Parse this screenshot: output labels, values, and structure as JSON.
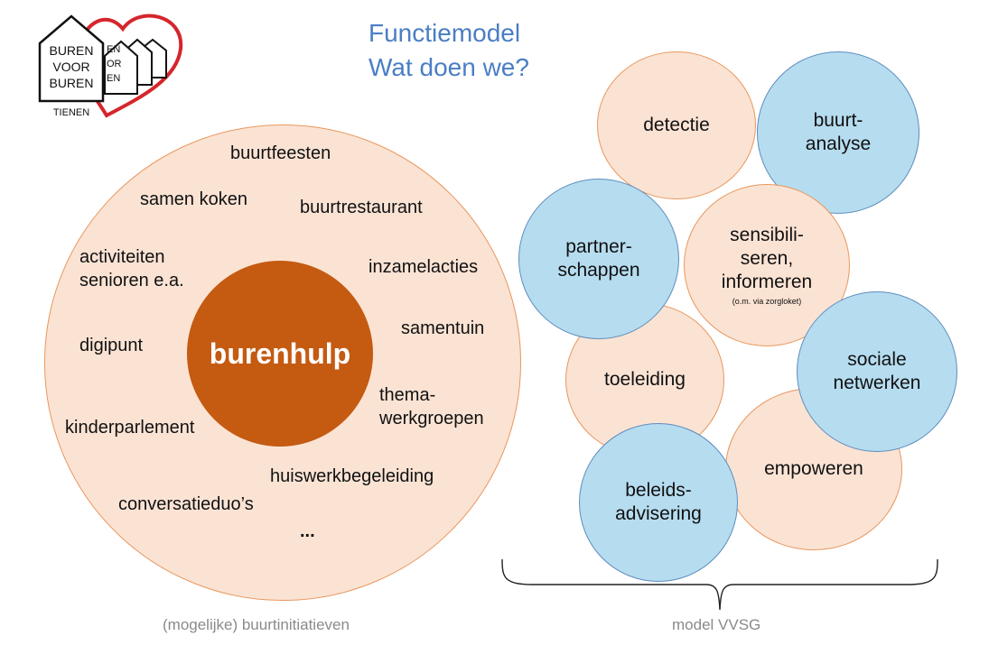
{
  "logo": {
    "lines": [
      "BUREN",
      "VOOR",
      "BUREN"
    ],
    "back_fragments": [
      "EN",
      "OR",
      "EN"
    ],
    "place": "TIENEN",
    "colors": {
      "heart": "#d6252c",
      "house": "#ffffff",
      "stroke": "#111111"
    }
  },
  "header": {
    "title_line1": "Functiemodel",
    "title_line2": "Wat doen we?"
  },
  "left": {
    "center": "burenhulp",
    "items": {
      "buurtfeesten": "buurtfeesten",
      "samen_koken": "samen koken",
      "buurtrestaurant": "buurtrestaurant",
      "activiteiten": "activiteiten\nsenioren e.a.",
      "inzamelacties": "inzamelacties",
      "samentuin": "samentuin",
      "digipunt": "digipunt",
      "thema": "thema-\nwerkgroepen",
      "kinderparlement": "kinderparlement",
      "huiswerk": "huiswerkbegeleiding",
      "conversatie": "conversatieduo’s",
      "ellipsis": "..."
    },
    "caption": "(mogelijke) buurtinitiatieven"
  },
  "right": {
    "detectie": "detectie",
    "buurtanalyse": "buurt-\nanalyse",
    "partnerschappen": "partner-\nschappen",
    "sensibiliseren": "sensibili-\nseren,\ninformeren",
    "sensibiliseren_note": "(o.m. via zorgloket)",
    "toeleiding": "toeleiding",
    "sociale_netwerken": "sociale\nnetwerken",
    "empoweren": "empoweren",
    "beleidsadvisering": "beleids-\nadvisering",
    "caption": "model VVSG"
  },
  "colors": {
    "title": "#4a7ec4",
    "peach_fill": "#fbe3d4",
    "peach_border": "#e8975d",
    "blue_fill": "#b6dcef",
    "blue_border": "#5d8dbf",
    "core": "#c55a11",
    "caption": "#8a8a8a"
  }
}
